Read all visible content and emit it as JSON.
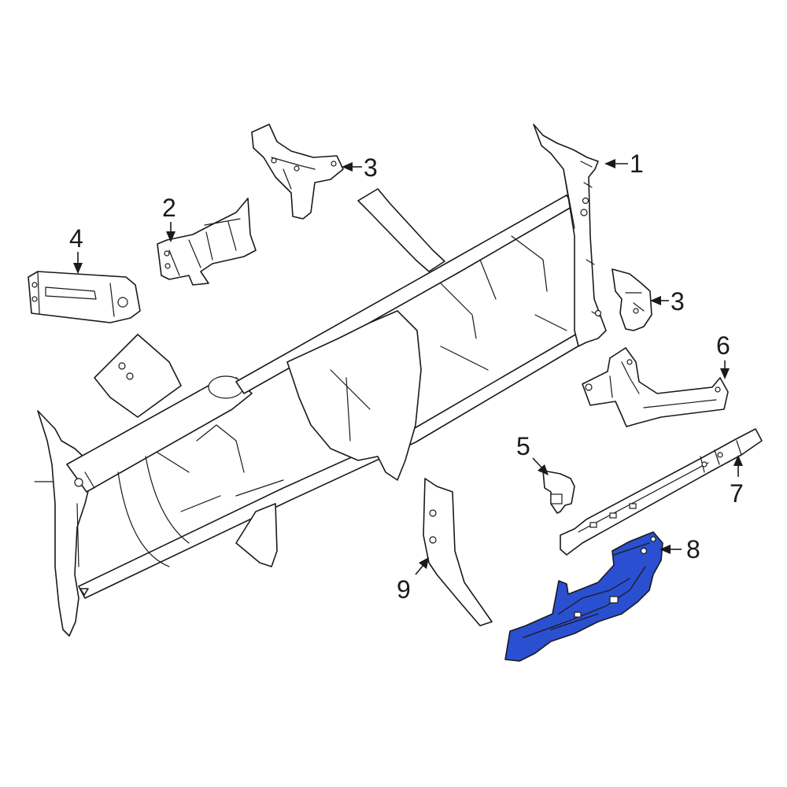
{
  "highlight_color": "#2a4fd0",
  "line_color": "#1a1a1a",
  "highlighted_part": "8",
  "callouts": [
    {
      "label": "1"
    },
    {
      "label": "2"
    },
    {
      "label": "3"
    },
    {
      "label": "3"
    },
    {
      "label": "4"
    },
    {
      "label": "5"
    },
    {
      "label": "6"
    },
    {
      "label": "7"
    },
    {
      "label": "8"
    },
    {
      "label": "9"
    }
  ]
}
